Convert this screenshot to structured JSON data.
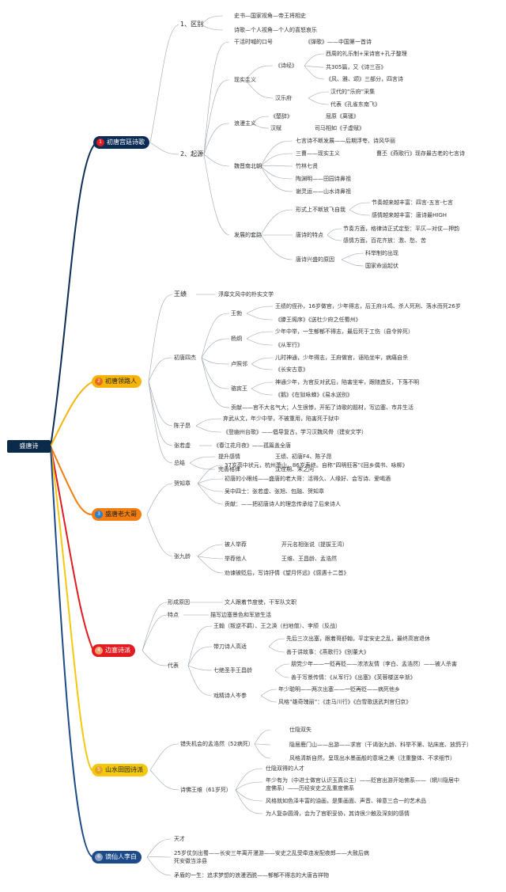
{
  "root": "盛唐诗",
  "colors": {
    "s1": "#0d2c55",
    "s2": "#f5b40a",
    "s3": "#f27d10",
    "s4": "#e01c22",
    "s5": "#f4c80f",
    "s6": "#1d4b8a"
  },
  "sections": {
    "s1": {
      "num": "1",
      "title": "初唐宫廷诗歌"
    },
    "s2": {
      "num": "2",
      "title": "初唐领路人"
    },
    "s3": {
      "num": "3",
      "title": "盛唐老大哥"
    },
    "s4": {
      "num": "4",
      "title": "边塞诗派"
    },
    "s5": {
      "num": "5",
      "title": "山水田园诗派"
    },
    "s6": {
      "num": "6",
      "title": "谪仙人李白"
    }
  },
  "s1": {
    "diff": "1、区别",
    "diff_a": "史书—国家视角—帝王将相史",
    "diff_b": "诗歌—个人视角—个人的喜怒哀乐",
    "origin": "2、起源",
    "slogan": "干活时喊的口号",
    "slogan_a": "《弹歌》——中国第一首诗",
    "realism": "现实主义",
    "shijing": "《诗经》",
    "shijing_a": "西周的礼乐制+采诗官+孔子整理",
    "shijing_b": "共305篇，又《诗三百》",
    "shijing_c": "《风、雅、颂》三部分，四言诗",
    "hanyuefu": "汉乐府",
    "hanyuefu_a": "汉代的“乐府”采集",
    "hanyuefu_b": "代表《孔雀东南飞》",
    "romantic": "浪漫主义",
    "chuci": "《楚辞》",
    "chuci_a": "屈原《离骚》",
    "hanfu": "汉赋",
    "hanfu_a": "司马相如《子虚赋》",
    "wjnb": "魏晋南北朝",
    "wjnb_a": "七言诗不断发展——后期浮夸、诗风华丽",
    "wjnb_b1": "三曹——现实主义",
    "wjnb_b2": "曹丕《燕歌行》现存最古老的七言诗",
    "wjnb_c": "竹林七贤",
    "wjnb_d": "陶渊明——田园诗鼻祖",
    "wjnb_e": "谢灵运——山水诗鼻祖",
    "dev": "发展的套路",
    "form": "形式上不断放飞自我",
    "form_a": "节奏越来越丰富：四言-五言-七言",
    "form_b": "感情越来越丰富：唐诗最HIGH",
    "tang": "唐诗的特点",
    "tang_a": "节奏方面，格律诗正式定型：平仄—对仗—押韵",
    "tang_b": "感情方面，百花齐放：激、愁、苦",
    "why": "唐诗兴盛的原因",
    "why_a": "科举制的出现",
    "why_b": "国家命运起伏"
  },
  "s2": {
    "wangji": "王绩",
    "wangji_a": "浮靡文风中的朴实文学",
    "four": "初唐四杰",
    "wangbo": "王勃",
    "wangbo_a": "王绩的侄孙，16岁做官，少年得志，后王府斗鸡、杀人死刑、落水而死26岁",
    "wangbo_b": "《滕王阁序》《送杜少府之任蜀州》",
    "yang": "杨炯",
    "yang_a": "少年中举，一生郁郁不得志，最后死于工伤（县令猝死）",
    "yang_b": "《从军行》",
    "lu": "卢照邻",
    "lu_a": "儿时神通，少年得志，王府做官，诬陷坐牢，病痛自杀",
    "lu_b": "《长安古意》",
    "luo": "骆宾王",
    "luo_a": "神通少年，为官反对武后，陷害坐牢，跟随造反，下落不明",
    "luo_b": "《鹅》《在狱咏蝉》《易水送别》",
    "contrib": "贡献——官不大名气大；人生很惨，开拓了诗歌的题材，写边塞、市井生活",
    "chen": "陈子昂",
    "chen_a": "弃武从文，年少中举，不被重用，陷害死于狱中",
    "chen_b": "《登幽州台歌》——倡导复古，学习汉魏风骨（建安文学）",
    "zhang": "张若虚",
    "zhang_a": "《春江花月夜》——孤篇盖全唐",
    "sum": "总结",
    "sum_a": "提升感情",
    "sum_a2": "王绩、初唐F4、陈子昂",
    "sum_b": "完善格律",
    "sum_b2": "沈佺期、宋之问"
  },
  "s3": {
    "he": "贺知章",
    "he_a": "37岁高中状元，杭州萧山，86岁寿终。自称“四明狂客”《回乡偶书、咏柳》",
    "he_b": "初唐的小眼线——盛唐的老大哥：活得久、人缘好、会写诗、爱喝酒",
    "he_c": "吴中四士：张若虚、张旭、包融、贺知章",
    "he_d": "贡献：——把初唐诗人的理念传承给了后来诗人",
    "zjl": "张九龄",
    "zjl_a": "被人举荐",
    "zjl_a2": "开元名相张说（提拔王湾）",
    "zjl_b": "举荐他人",
    "zjl_b2": "王维、王昌龄、孟浩然",
    "zjl_c": "劝谏被贬后，写诗抒情《望月怀远》《感遇十二首》"
  },
  "s4": {
    "cause": "形成原因",
    "cause_a": "文人跟着节度使，干军队文职",
    "feat": "特点",
    "feat_a": "描写边塞景色和军旅生活",
    "rep": "代表",
    "rep_a": "王翰（叛逆不羁）、王之涣（扫地僧）、李颀（反战）",
    "gs": "带刀诗人高适",
    "gs_a": "先后三次出塞，跟着哥舒翰，平定安史之乱，最终高官退休",
    "gs_b": "善于讲故事：《燕歌行》《别董大》",
    "wcl": "七绝圣手王昌龄",
    "wcl_a": "朋党少年——一贬再贬——浓浓友情（李白、孟浩然）——被人杀害",
    "wcl_b": "善于写景传情：《从军行》《出塞》《芙蓉楼送辛渐》",
    "cs": "戏精诗人岑参",
    "cs_a": "年少聪明——两次出塞——一贬再贬——病死他乡",
    "cs_b": "风格“雄奇瑰丽”：《走马川行》《白雪歌送武判官归京》"
  },
  "s5": {
    "mhr": "错失机会的孟浩然（52病死）",
    "mhr_a": "仕隐双失",
    "mhr_b": "隐居鹿门山——出游——求官（干谒张九龄、科举不第、钻床底、放鸽子）",
    "mhr_c": "风格清新自然，呈现出水墨画般的意境之美（注重整体、不求细节）",
    "ww": "诗佛王维（61岁死）",
    "ww_a": "仕隐双得的人才",
    "ww_b1": "年少有为（中进士做官认识玉真公主）——贬官出游开始佛系——（辋川隐居中",
    "ww_b2": "度佛系）——历经安史之乱重度佛系",
    "ww_c": "风格就如色泽丰富的油画，是集画面、声音、禅意三合一的艺术品",
    "ww_d": "为人复杂圆滑，会为了官职妥协，其诗很少触及深刻的感情"
  },
  "s6": {
    "a": "天才",
    "b1": "25岁仗剑出蜀——长安三年离开漫游——安史之乱受牵连发配夜郎——大赦后病",
    "b2": "死安徽当涂县",
    "c": "矛盾的一生：追求梦想的浪漫洒脱——郁郁不得志的大唐吉祥物"
  }
}
